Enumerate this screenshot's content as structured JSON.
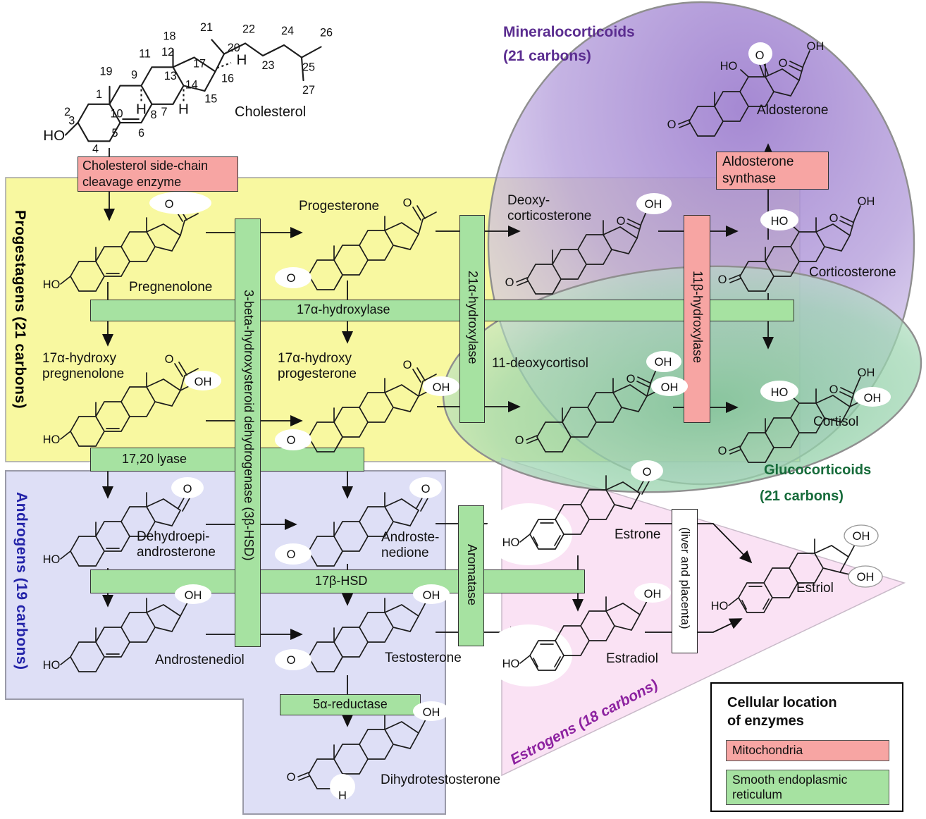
{
  "chem": {
    "O": "O",
    "OH": "OH",
    "HO": "HO",
    "H": "H"
  },
  "cholesterol": {
    "name": "Cholesterol",
    "numbers": [
      "1",
      "2",
      "3",
      "4",
      "5",
      "6",
      "7",
      "8",
      "9",
      "10",
      "11",
      "12",
      "13",
      "14",
      "15",
      "16",
      "17",
      "18",
      "19",
      "20",
      "21",
      "22",
      "23",
      "24",
      "25",
      "26",
      "27"
    ]
  },
  "regions": {
    "progestagens": {
      "label": "Progestagens (21 carbons)",
      "color": "#000000"
    },
    "androgens": {
      "label": "Androgens (19 carbons)",
      "color": "#2323a8"
    },
    "mineralocorticoids": {
      "line1": "Mineralocorticoids",
      "line2": "(21 carbons)",
      "color": "#5b2d90"
    },
    "glucocorticoids": {
      "line1": "Glucocorticoids",
      "line2": "(21 carbons)",
      "color": "#166b3a"
    },
    "estrogens": {
      "label": "Estrogens (18 carbons)",
      "color": "#8d22a0"
    }
  },
  "enzymes": {
    "scc_line1": "Cholesterol side-chain",
    "scc_line2": "cleavage enzyme",
    "hsd3b": "3-beta-hydroxysteroid dehydrogenase (3β-HSD)",
    "hydroxylase17a": "17α-hydroxylase",
    "lyase1720": "17,20 lyase",
    "hsd17b": "17β-HSD",
    "hydroxylase21a": "21α-hydroxylase",
    "hydroxylase11b": "11β-hydroxylase",
    "synthase_line1": "Aldosterone",
    "synthase_line2": "synthase",
    "aromatase": "Aromatase",
    "reductase5a": "5α-reductase",
    "liver_placenta": "(liver and placenta)"
  },
  "molecules": {
    "pregnenolone": "Pregnenolone",
    "progesterone": "Progesterone",
    "ohpregnenolone_line1": "17α-hydroxy",
    "ohpregnenolone_line2": "pregnenolone",
    "ohprogesterone_line1": "17α-hydroxy",
    "ohprogesterone_line2": "progesterone",
    "doc_line1": "Deoxy-",
    "doc_line2": "corticosterone",
    "deoxycortisol": "11-deoxycortisol",
    "corticosterone": "Corticosterone",
    "cortisol": "Cortisol",
    "aldosterone": "Aldosterone",
    "dhea_line1": "Dehydroepi-",
    "dhea_line2": "androsterone",
    "androstenedione_line1": "Androste-",
    "androstenedione_line2": "nedione",
    "androstenediol": "Androstenediol",
    "testosterone": "Testosterone",
    "dht": "Dihydrotestosterone",
    "estrone": "Estrone",
    "estradiol": "Estradiol",
    "estriol": "Estriol"
  },
  "legend": {
    "title_line1": "Cellular location",
    "title_line2": "of enzymes",
    "items": [
      {
        "label": "Mitochondria",
        "color": "#f7a5a3"
      },
      {
        "label": "Smooth endoplasmic reticulum",
        "color": "#a6e2a1"
      }
    ]
  },
  "colors": {
    "progestagens_bg": "#f8f8a0",
    "androgens_bg": "#dedff6",
    "estrogens_bg": "#fae2f4",
    "mineralocorticoids_bg": "#a88fd2",
    "glucocorticoids_bg": "#8ccfa3",
    "enzyme_ser_green": "#a6e2a1",
    "enzyme_mito_pink": "#f7a5a3"
  }
}
